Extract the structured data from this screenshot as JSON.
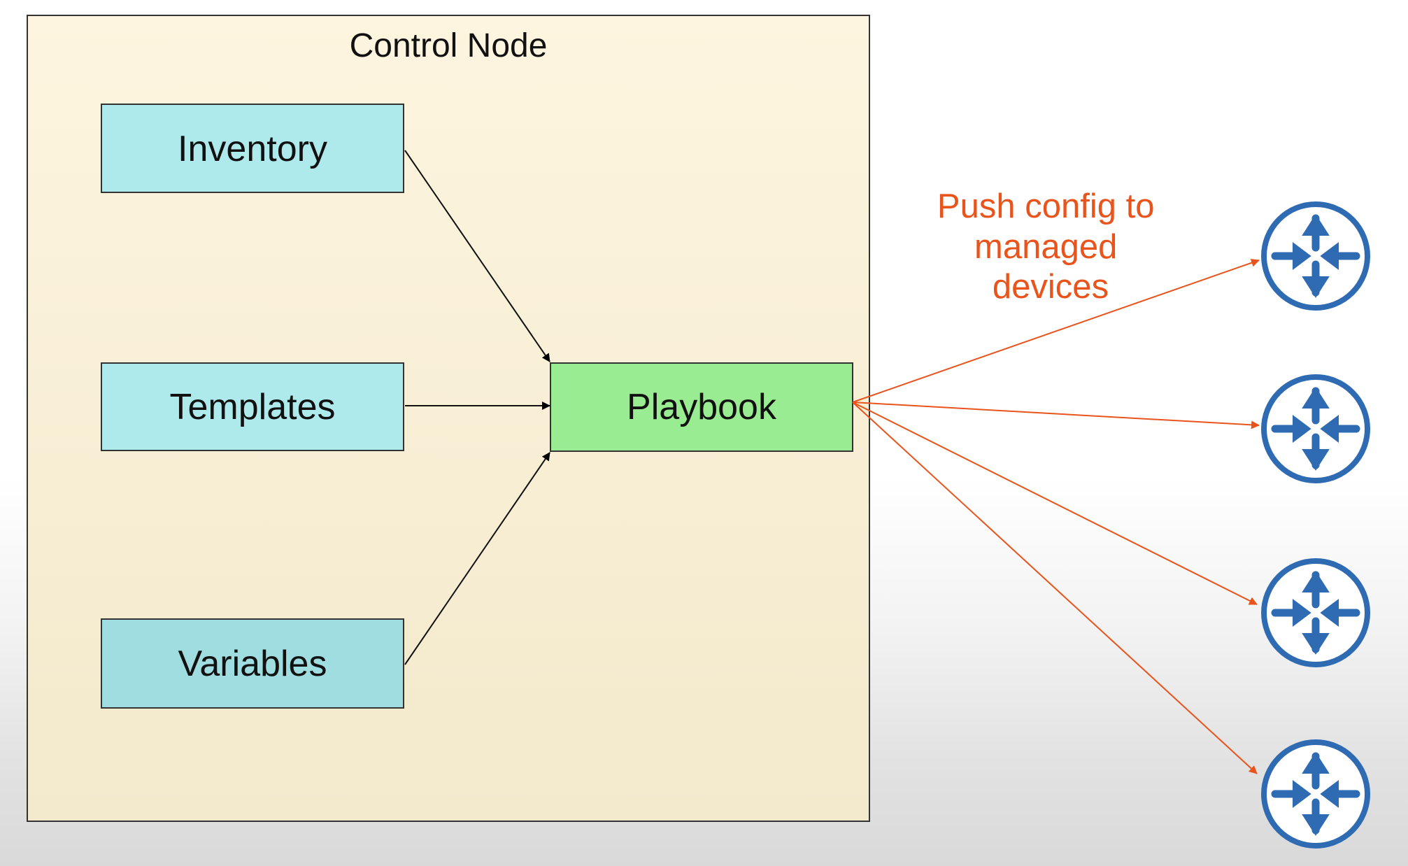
{
  "control_node": {
    "title": "Control Node"
  },
  "nodes": {
    "inventory": {
      "label": "Inventory"
    },
    "templates": {
      "label": "Templates"
    },
    "variables": {
      "label": "Variables"
    },
    "playbook": {
      "label": "Playbook"
    }
  },
  "push_label": {
    "lines": [
      "Push config to",
      "managed",
      "devices"
    ]
  },
  "devices": [
    {
      "icon": "router-icon"
    },
    {
      "icon": "router-icon"
    },
    {
      "icon": "router-icon"
    },
    {
      "icon": "router-icon"
    }
  ],
  "colors": {
    "control_node_bg": "#fdf4d8",
    "input_box": "#aeeaec",
    "playbook_box": "#99ec91",
    "push_arrow": "#e8541c",
    "router": "#2f6bb3"
  }
}
